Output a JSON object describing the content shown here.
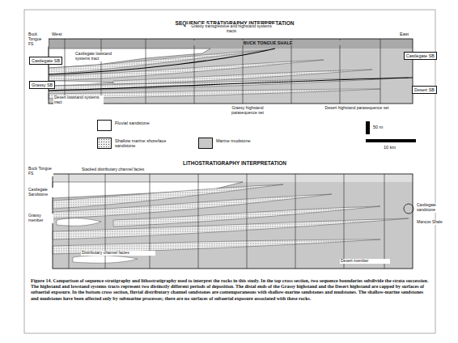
{
  "diagram": {
    "caption": "Figure 14. Comparison of sequence stratigraphy and lithostratigraphy used to interpret the rocks in this study. In the top cross section, two sequence boundaries subdivide the strata succession. The highstand and lowstand systems tracts represent two distinctly different periods of deposition. The distal ends of the Grassy highstand and the Desert highstand are capped by surfaces of subaerial exposure. In the bottom cross section, fluvial distributary channel sandstones are contemporaneous with shallow-marine sandstones and mudstones. The shallow-marine sandstones and mudstones have been affected only by submarine processes; there are no surfaces of subaerial exposure associated with these rocks.",
    "nodes": [
      {
        "text": [
          "Castlegate SB"
        ]
      },
      {
        "text": [
          "Grassy SB"
        ]
      },
      {
        "text": [
          "Castlegate SB"
        ]
      },
      {
        "text": [
          "Desert SB"
        ]
      }
    ],
    "labels": [
      "SEQUENCE STRATIGRAPHY INTERPRETATION",
      "West",
      "East",
      "BUCK TONGUE SHALE",
      "Buck Tongue FS",
      "Castlegate lowstand systems tract",
      "Grassy transgressive and highstand systems tracts",
      "Desert lowstand systems tract",
      "Grassy highstand parasequence set",
      "Desert highstand parasequence set",
      "50 m",
      "10 km",
      "LITHOSTRATIGRAPHY INTERPRETATION",
      "Buck Tongue FS",
      "Stacked distributary channel facies",
      "Castlegate Sandstone",
      "Grassy member",
      "Distributary channel facies",
      "Castlegate sandstone",
      "Mancos Shale",
      "Desert member"
    ],
    "legend": [
      {
        "text": "Fluvial sandstone",
        "color": "#ffffff"
      },
      {
        "text": "Shallow marine shoreface sandstone"
      },
      {
        "text": "Marine mudstone",
        "color": "#c8c8c8"
      }
    ]
  }
}
